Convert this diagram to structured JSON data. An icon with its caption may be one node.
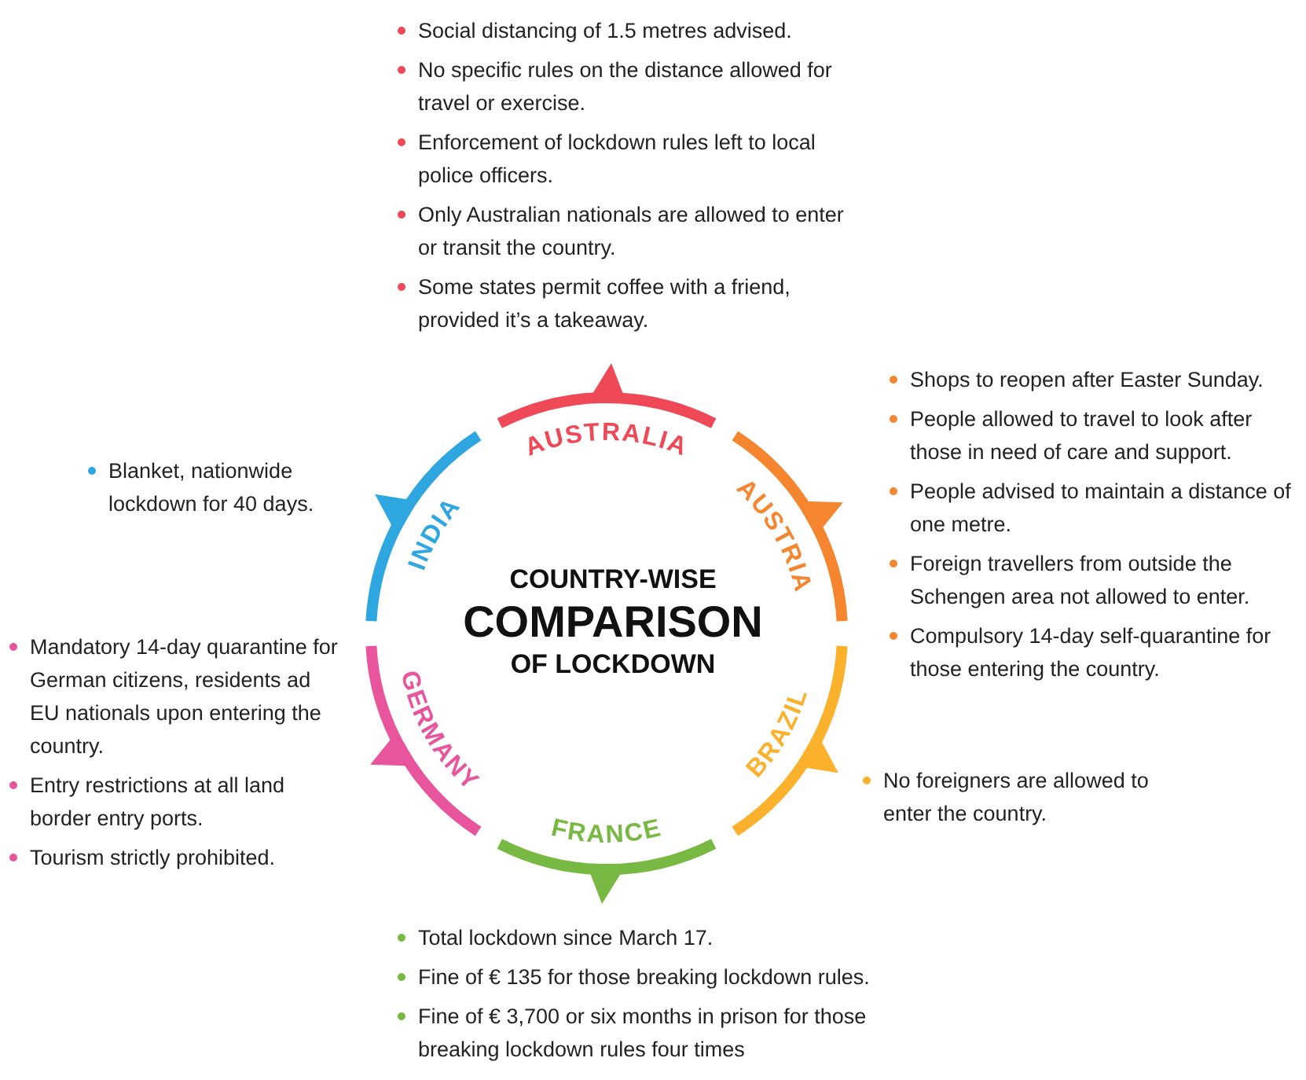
{
  "diagram": {
    "nodes": [
      {
        "text": [
          "AUSTRALIA"
        ],
        "beside": [
          "Social distancing of 1.5 metres advised.",
          "No specific rules on the distance allowed for travel or exercise.",
          "Enforcement of lockdown rules left to local police officers.",
          "Only Australian nationals are allowed to enter or transit the country.",
          "Some states permit coffee with a friend, provided it’s a takeaway."
        ]
      },
      {
        "text": [
          "AUSTRIA"
        ],
        "beside": [
          "Shops to reopen after Easter Sunday.",
          "People allowed to travel to look after those in need of care and support.",
          "People advised to maintain a distance of one metre.",
          "Foreign travellers from outside the Schengen area not allowed to enter.",
          "Compulsory 14-day self-quarantine for those entering the country."
        ]
      },
      {
        "text": [
          "BRAZIL"
        ],
        "beside": [
          "No foreigners are allowed to enter the country."
        ]
      },
      {
        "text": [
          "FRANCE"
        ],
        "beside": [
          "Total lockdown since March 17.",
          "Fine of € 135 for those breaking lockdown rules.",
          "Fine of € 3,700 or six months in prison for those breaking lockdown rules four times"
        ]
      },
      {
        "text": [
          "GERMANY"
        ],
        "beside": [
          "Mandatory 14-day quarantine for German citizens, residents ad EU nationals upon entering the country.",
          "Entry restrictions at all land border entry ports.",
          "Tourism strictly prohibited."
        ]
      },
      {
        "text": [
          "INDIA"
        ],
        "beside": [
          "Blanket, nationwide lockdown for 40 days."
        ]
      }
    ],
    "labels": [
      "COUNTRY-WISE",
      "COMPARISON",
      "OF LOCKDOWN"
    ]
  }
}
